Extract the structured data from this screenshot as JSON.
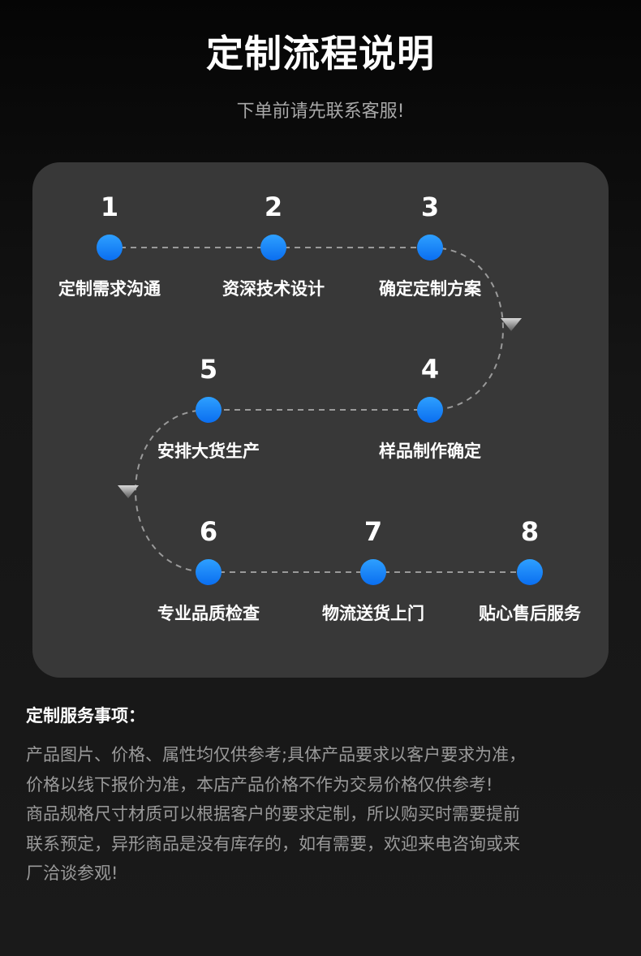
{
  "header": {
    "title": "定制流程说明",
    "subtitle": "下单前请先联系客服!"
  },
  "flow": {
    "steps": [
      {
        "number": "1",
        "label": "定制需求沟通"
      },
      {
        "number": "2",
        "label": "资深技术设计"
      },
      {
        "number": "3",
        "label": "确定定制方案"
      },
      {
        "number": "4",
        "label": "样品制作确定"
      },
      {
        "number": "5",
        "label": "安排大货生产"
      },
      {
        "number": "6",
        "label": "专业品质检查"
      },
      {
        "number": "7",
        "label": "物流送货上门"
      },
      {
        "number": "8",
        "label": "贴心售后服务"
      }
    ],
    "colors": {
      "node_gradient_top": "#2ea0ff",
      "node_gradient_bottom": "#0a6ef0",
      "connector": "#9a9a9a",
      "panel_bg": "#383838"
    }
  },
  "notes": {
    "heading": "定制服务事项：",
    "lines": [
      "产品图片、价格、属性均仅供参考;具体产品要求以客户要求为准，",
      "价格以线下报价为准，本店产品价格不作为交易价格仅供参考!",
      "商品规格尺寸材质可以根据客户的要求定制，所以购买时需要提前",
      "联系预定，异形商品是没有库存的，如有需要，欢迎来电咨询或来",
      "厂洽谈参观!"
    ]
  }
}
